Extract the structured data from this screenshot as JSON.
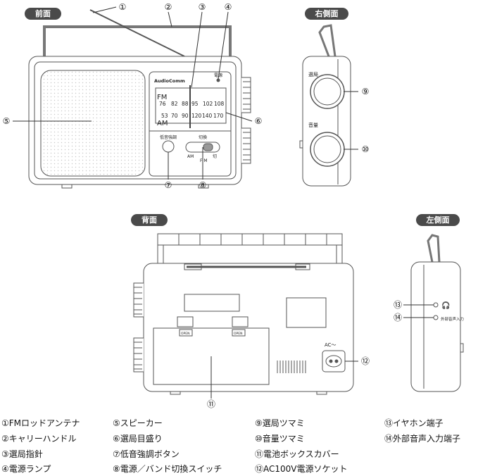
{
  "views": {
    "front": "前面",
    "right": "右側面",
    "back": "背面",
    "left": "左側面"
  },
  "front_panel": {
    "brand": "AudioComm",
    "power_label": "電源",
    "fm": "FM",
    "am": "AM",
    "fm_scale": [
      "76",
      "82",
      "88",
      "95",
      "102",
      "108"
    ],
    "am_scale": [
      "53",
      "70",
      "90",
      "120",
      "140",
      "170"
    ],
    "bass_label": "低音強調",
    "switch_label": "切換",
    "switch_am": "AM",
    "switch_off": "切",
    "switch_fm": "F M"
  },
  "side_panel": {
    "tuning_label": "選局",
    "volume_label": "音量",
    "ext_input_label": "外部音声入力"
  },
  "back_panel": {
    "open_left": "OPEN",
    "open_right": "OPEN",
    "ac_label": "AC〜"
  },
  "callouts": [
    "①",
    "②",
    "③",
    "④",
    "⑤",
    "⑥",
    "⑦",
    "⑧",
    "⑨",
    "⑩",
    "⑪",
    "⑫",
    "⑬",
    "⑭"
  ],
  "legend": [
    "①FMロッドアンテナ",
    "②キャリーハンドル",
    "③選局指針",
    "④電源ランプ",
    "⑤スピーカー",
    "⑥選局目盛り",
    "⑦低音強調ボタン",
    "⑧電源／バンド切換スイッチ",
    "⑨選局ツマミ",
    "⑩音量ツマミ",
    "⑪電池ボックスカバー",
    "⑫AC100V電源ソケット",
    "⑬イヤホン端子",
    "⑭外部音声入力端子"
  ]
}
